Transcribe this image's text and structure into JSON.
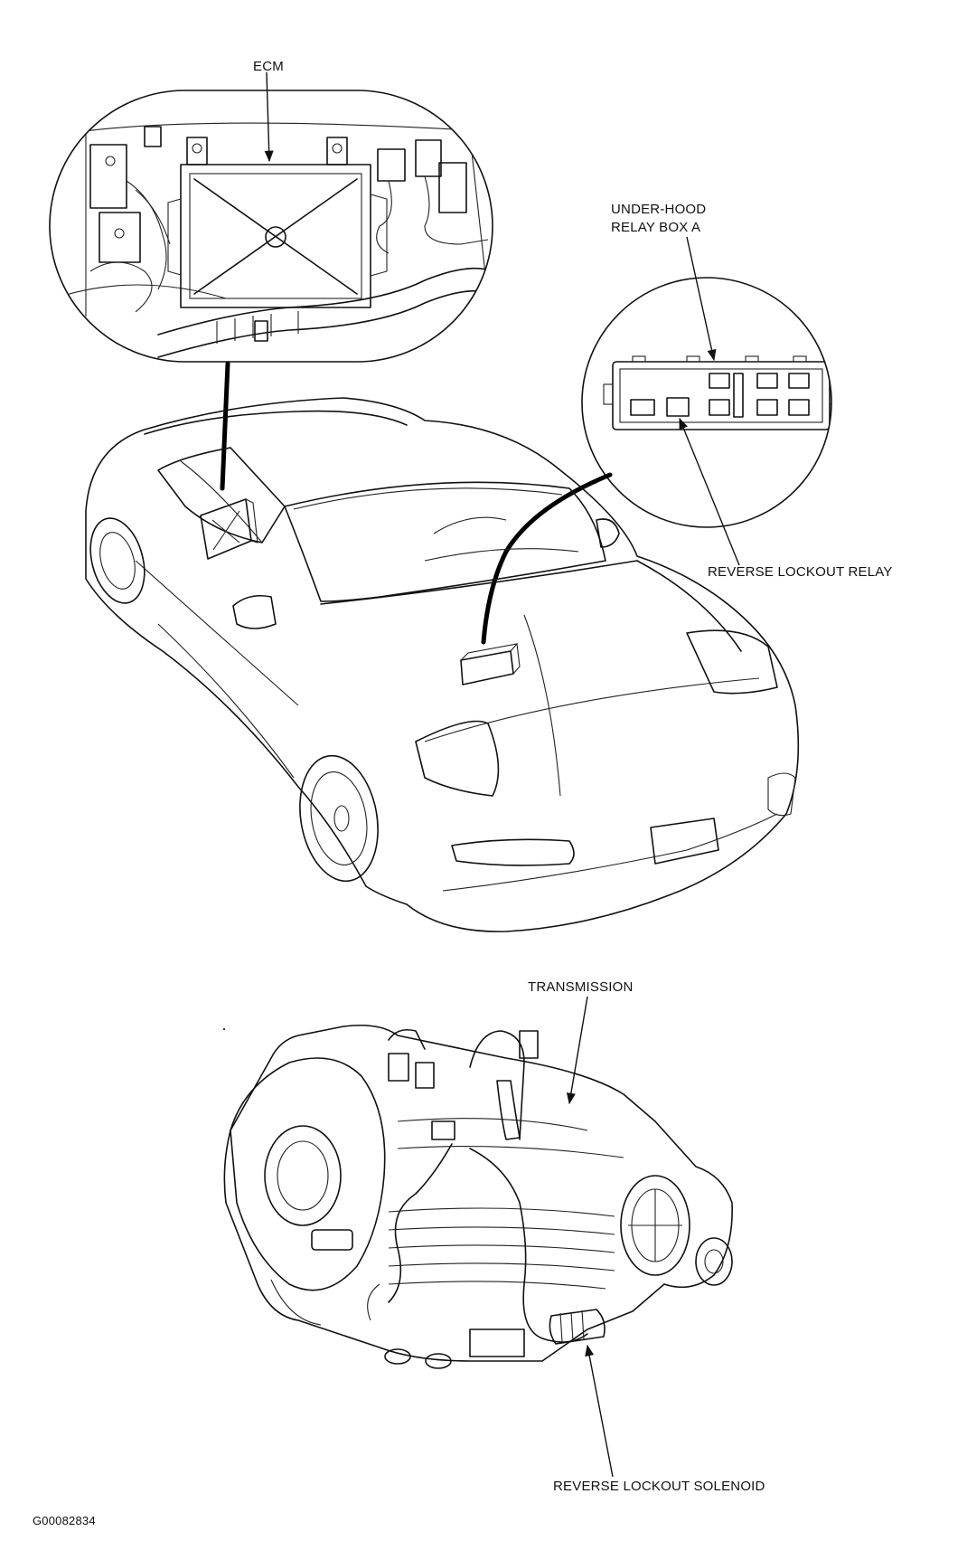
{
  "labels": {
    "ecm": "ECM",
    "relay_box_line1": "UNDER-HOOD",
    "relay_box_line2": "RELAY BOX A",
    "reverse_lockout_relay": "REVERSE LOCKOUT RELAY",
    "transmission": "TRANSMISSION",
    "reverse_lockout_solenoid": "REVERSE LOCKOUT SOLENOID",
    "figure_id": "G00082834"
  }
}
